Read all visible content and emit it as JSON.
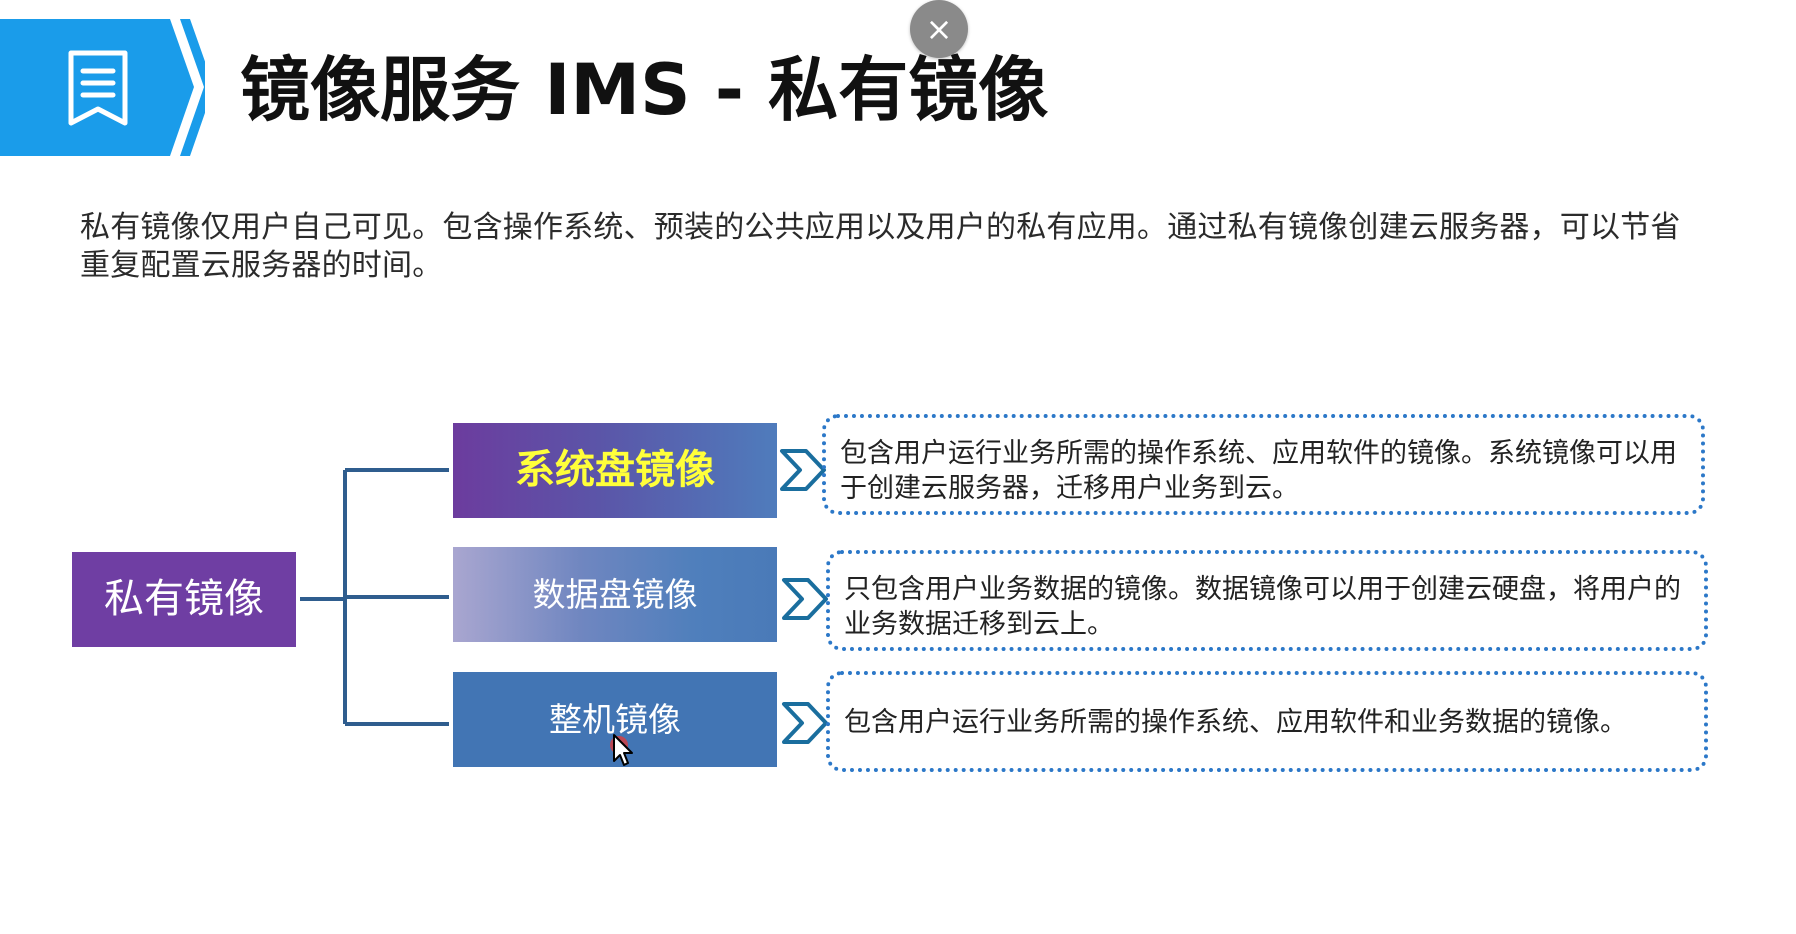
{
  "header": {
    "title": "镜像服务 IMS - 私有镜像",
    "icon": "document-list-icon",
    "accent_color": "#1a9cea"
  },
  "window": {
    "close_label": "×"
  },
  "intro": {
    "text": "私有镜像仅用户自己可见。包含操作系统、预装的公共应用以及用户的私有应用。通过私有镜像创建云服务器，可以节省重复配置云服务器的时间。"
  },
  "diagram": {
    "root": {
      "label": "私有镜像",
      "color": "#6f3ea3"
    },
    "branches": [
      {
        "label": "系统盘镜像",
        "description": "包含用户运行业务所需的操作系统、应用软件的镜像。系统镜像可以用于创建云服务器，迁移用户业务到云。",
        "label_color": "#ffff3a"
      },
      {
        "label": "数据盘镜像",
        "description": "只包含用户业务数据的镜像。数据镜像可以用于创建云硬盘，将用户的业务数据迁移到云上。",
        "label_color": "#ffffff"
      },
      {
        "label": "整机镜像",
        "description": "包含用户运行业务所需的操作系统、应用软件和业务数据的镜像。",
        "label_color": "#ffffff"
      }
    ],
    "connector_color": "#2f5d8e",
    "chevron_color": "#1a6e9e",
    "border_color": "#2c78c8"
  }
}
